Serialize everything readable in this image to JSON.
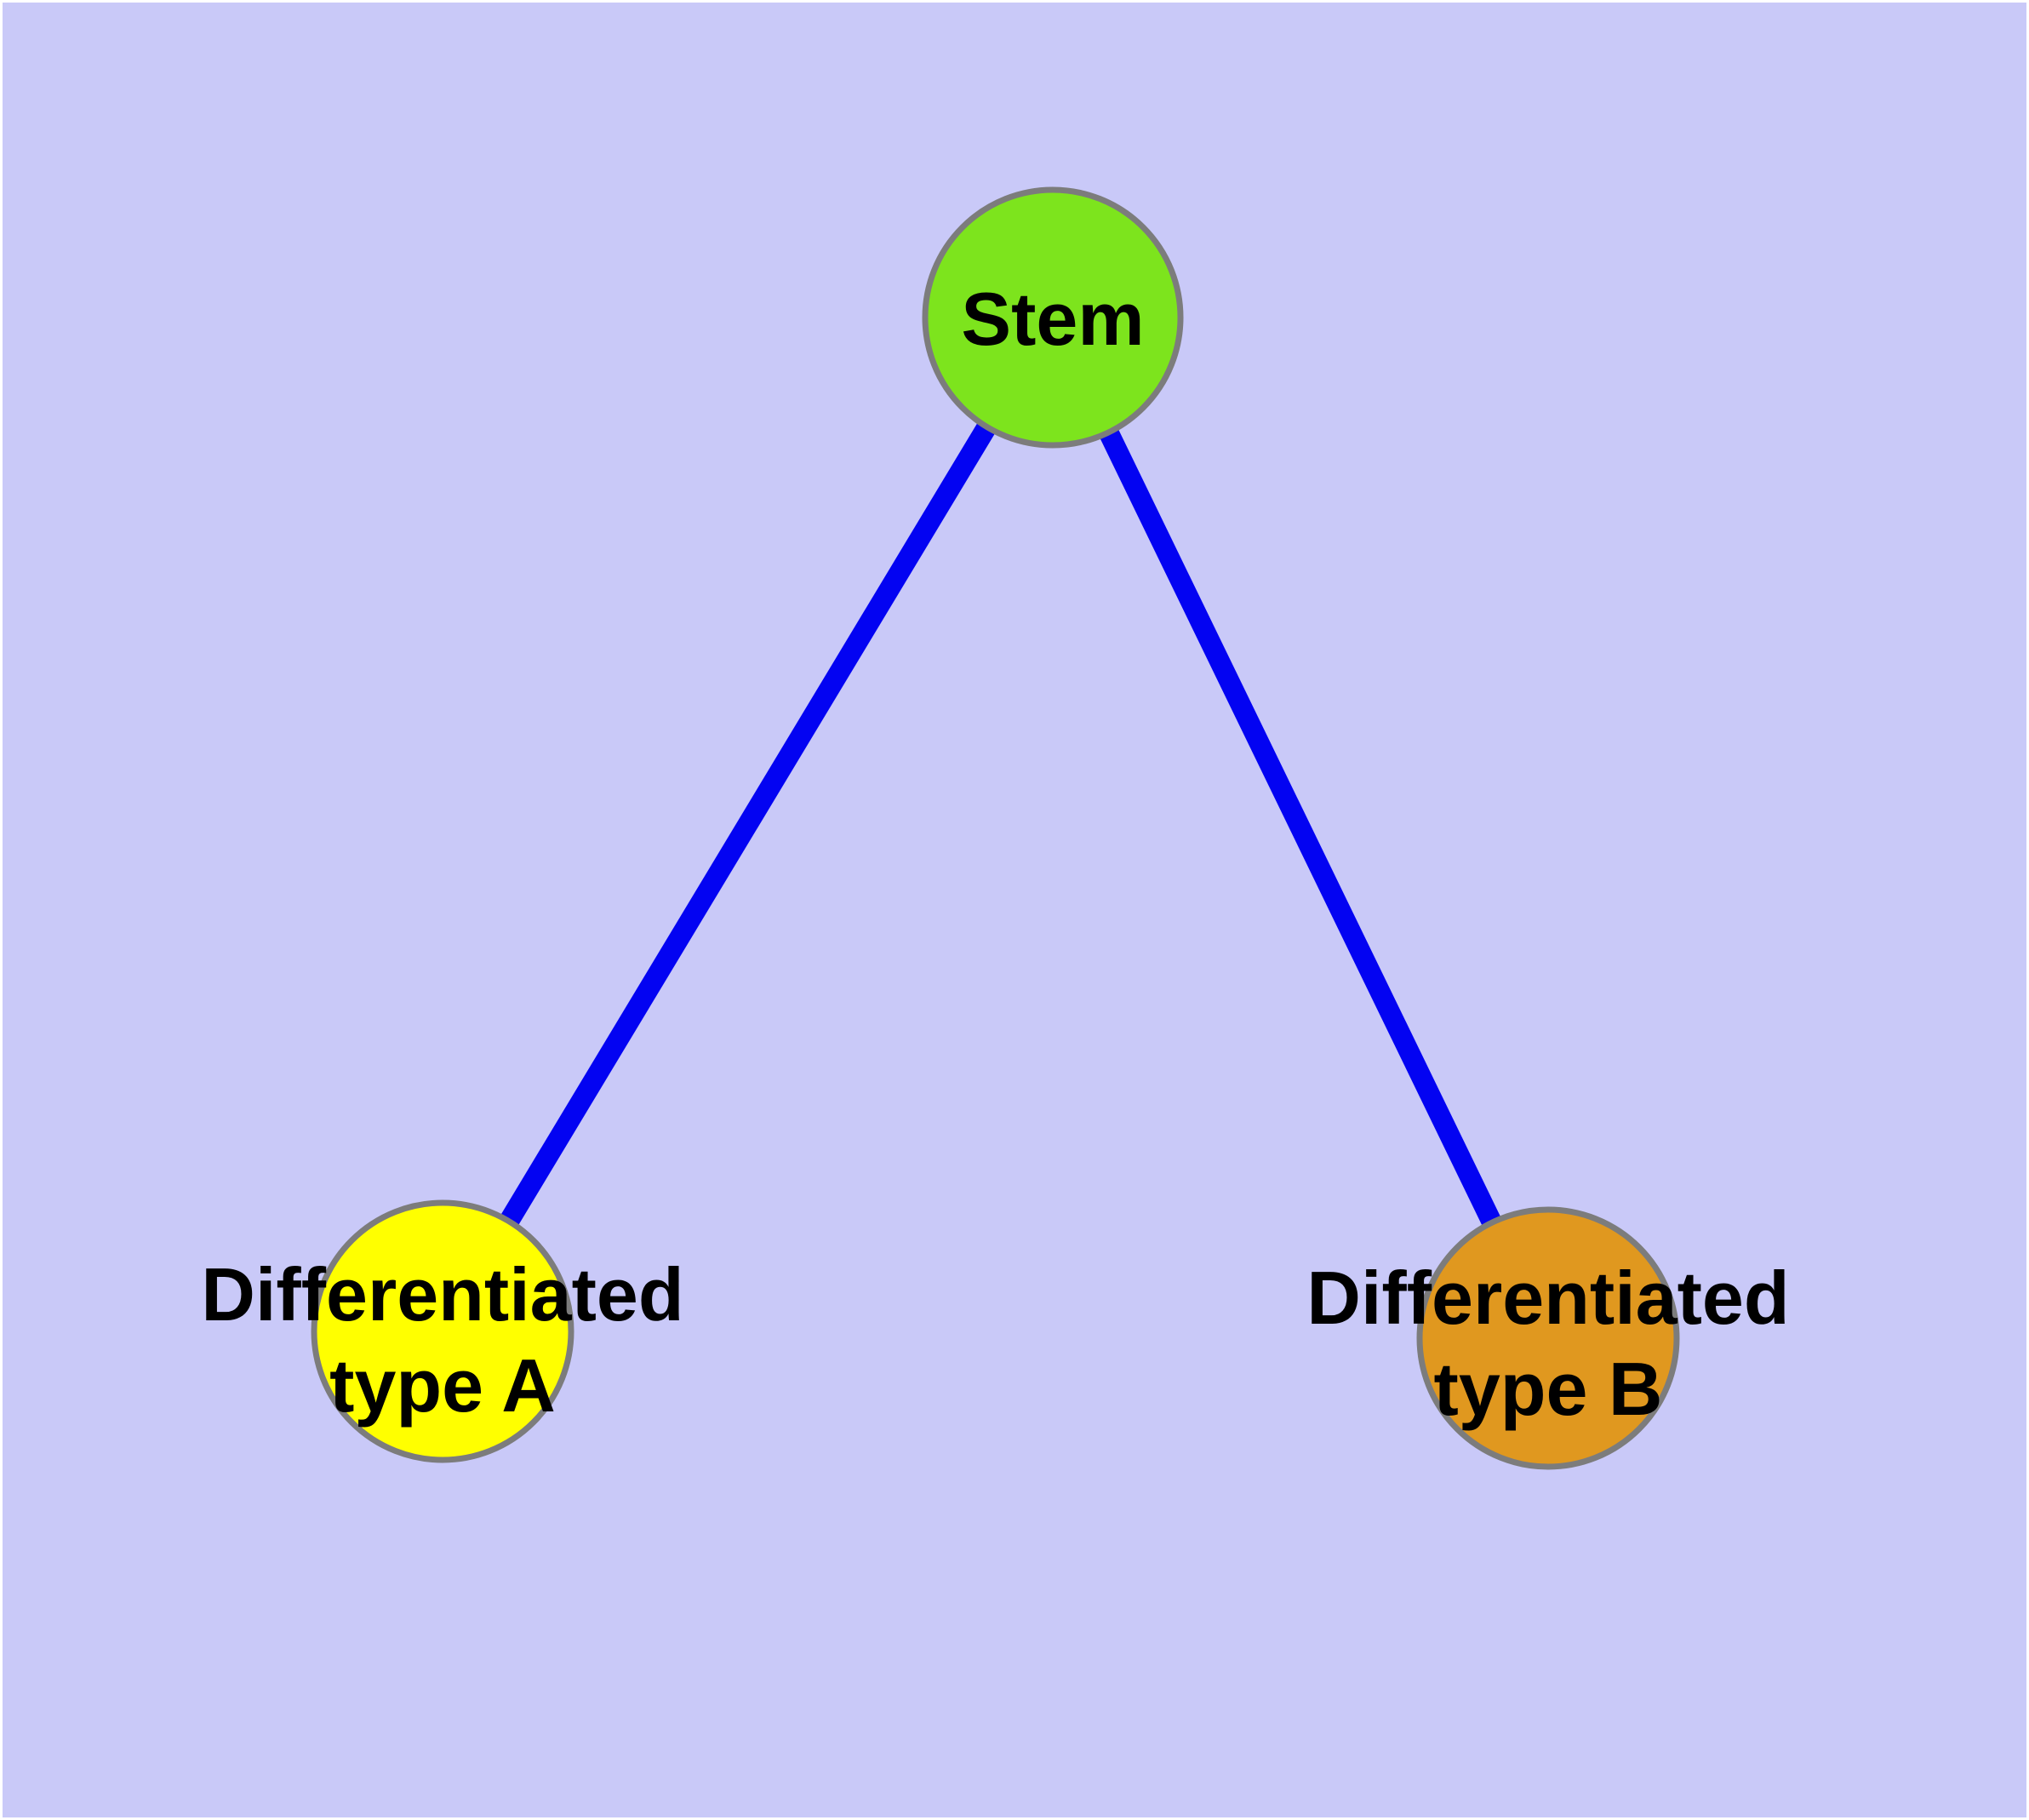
{
  "diagram": {
    "type": "graph",
    "description": "Cell differentiation lineage diagram: a stem node branching into two differentiated cell types",
    "background_color": "#c9c9f8",
    "frame_color": "#ffffff",
    "edge_color": "#0303f2",
    "text_color": "#000000",
    "node_border_color": "#7c7c7c",
    "nodes": {
      "stem": {
        "label": "Stem",
        "fill": "#7de41d"
      },
      "type_a": {
        "label": "Differentiated type A",
        "label_line1": "Differentiated",
        "label_line2": "type A",
        "fill": "#ffff00"
      },
      "type_b": {
        "label": "Differentiated type B",
        "label_line1": "Differentiated",
        "label_line2": "type B",
        "fill": "#e0981f"
      }
    },
    "edges": [
      {
        "from": "Stem",
        "to": "Differentiated type A"
      },
      {
        "from": "Stem",
        "to": "Differentiated type B"
      }
    ]
  }
}
